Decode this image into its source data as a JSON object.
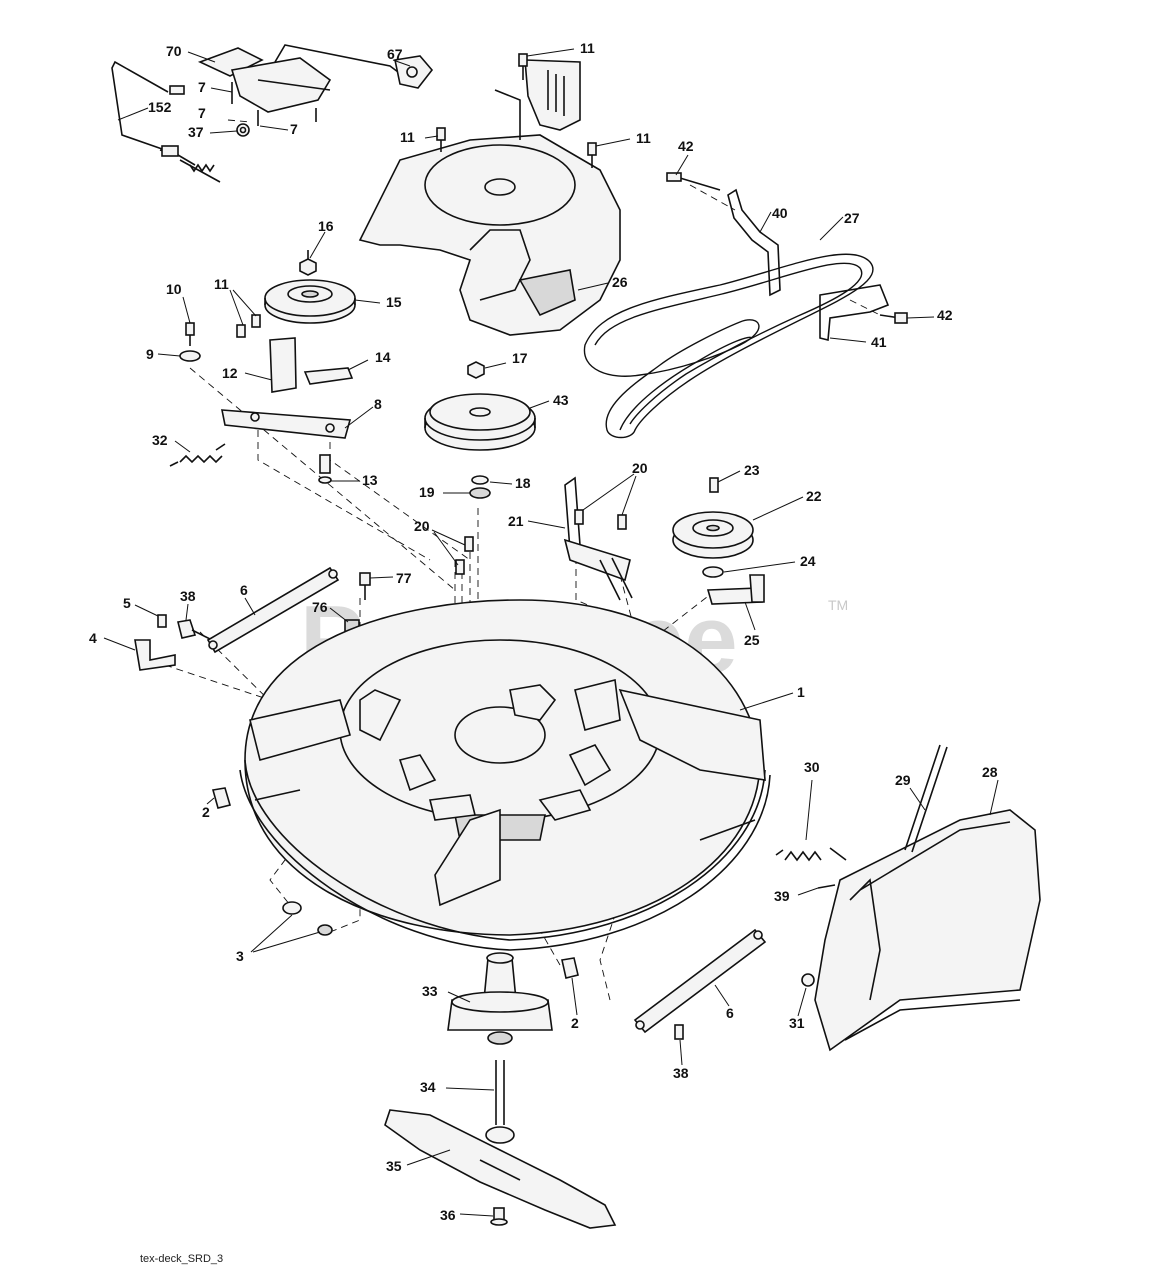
{
  "diagram": {
    "footer_label": "tex-deck_SRD_3",
    "watermark": {
      "text": "PartsTree",
      "trademark": "TM"
    },
    "callouts": [
      "70",
      "67",
      "7",
      "7",
      "152",
      "37",
      "7",
      "11",
      "11",
      "11",
      "42",
      "40",
      "27",
      "16",
      "10",
      "11",
      "15",
      "9",
      "12",
      "14",
      "26",
      "42",
      "41",
      "8",
      "17",
      "32",
      "43",
      "13",
      "19",
      "18",
      "20",
      "21",
      "23",
      "22",
      "20",
      "77",
      "76",
      "24",
      "5",
      "38",
      "6",
      "4",
      "25",
      "1",
      "2",
      "29",
      "28",
      "30",
      "39",
      "3",
      "2",
      "33",
      "6",
      "31",
      "38",
      "34",
      "35",
      "36"
    ]
  }
}
